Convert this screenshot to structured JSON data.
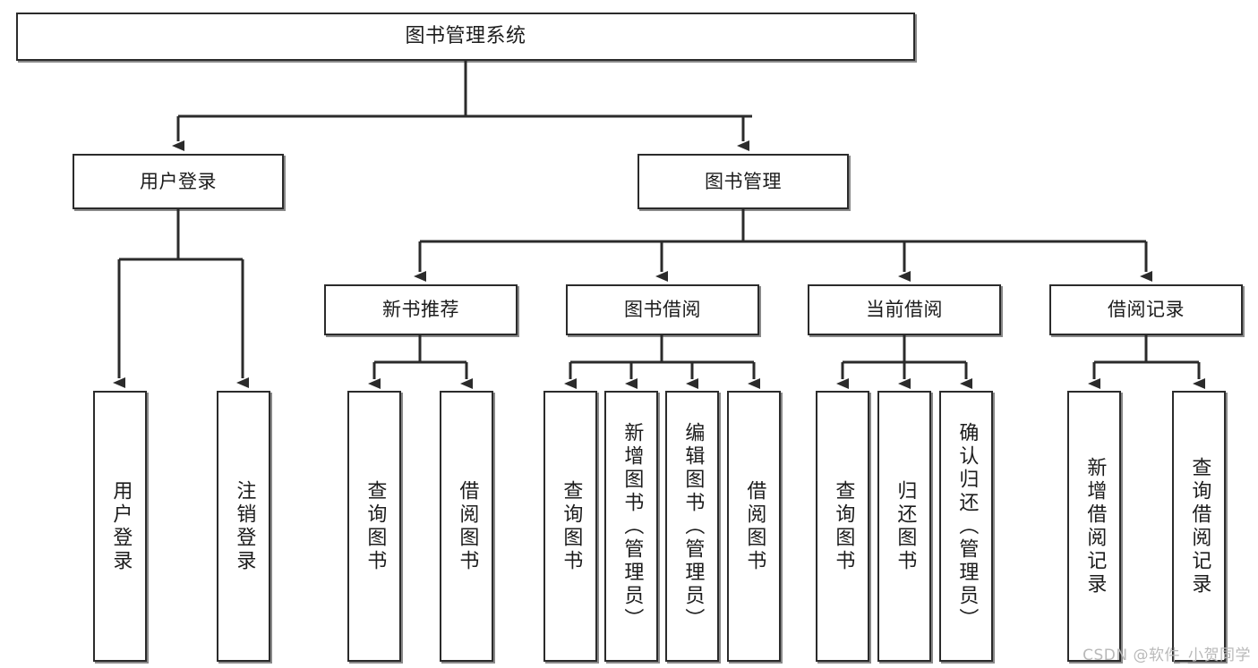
{
  "diagram": {
    "title": "图书管理系统",
    "watermark": "CSDN @软件_小贺同学",
    "colors": {
      "box_border": "#2b2b2b",
      "box_fill": "#ffffff",
      "connector": "#2b2b2b",
      "text": "#1c1c1c",
      "watermark": "#b9b9b9"
    },
    "nodes": {
      "root": "图书管理系统",
      "user_login": "用户登录",
      "book_manage": "图书管理",
      "new_book_rec": "新书推荐",
      "book_borrow": "图书借阅",
      "current_borrow": "当前借阅",
      "borrow_record": "借阅记录",
      "leaf_user_login": "用户登录",
      "leaf_logout": "注销登录",
      "leaf_query_book_a": "查询图书",
      "leaf_borrow_book_a": "借阅图书",
      "leaf_query_book_b": "查询图书",
      "leaf_add_book": "新增图书（管理员）",
      "leaf_edit_book": "编辑图书（管理员）",
      "leaf_borrow_book_b": "借阅图书",
      "leaf_query_book_c": "查询图书",
      "leaf_return_book": "归还图书",
      "leaf_confirm_return": "确认归还（管理员）",
      "leaf_add_record": "新增借阅记录",
      "leaf_query_record": "查询借阅记录"
    }
  }
}
